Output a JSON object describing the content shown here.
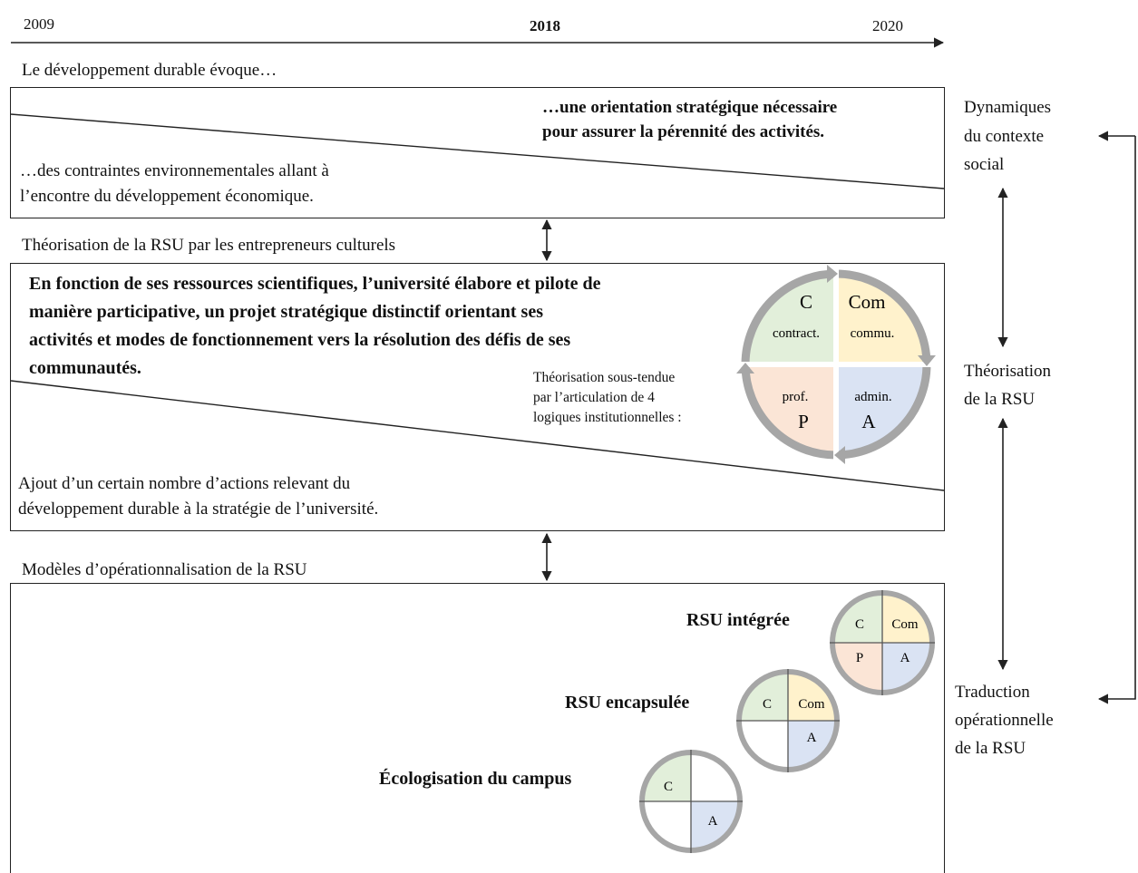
{
  "timeline": {
    "start": "2009",
    "middle": "2018",
    "end": "2020"
  },
  "section1": {
    "label": "Le développement durable évoque…",
    "top_right_line1": "…une orientation stratégique nécessaire",
    "top_right_line2": "pour assurer la pérennité des activités.",
    "bottom_left_line1": "…des contraintes environnementales allant à",
    "bottom_left_line2": "l’encontre du développement économique."
  },
  "section2": {
    "label": "Théorisation de la RSU par les entrepreneurs culturels",
    "top_line1": "En fonction de ses ressources scientifiques, l’université élabore et pilote de",
    "top_line2": "manière participative, un projet stratégique distinctif orientant ses",
    "top_line3": "activités et modes de fonctionnement vers la résolution des défis de ses",
    "top_line4": "communautés.",
    "caption_line1": "Théorisation sous-tendue",
    "caption_line2": "par l’articulation de 4",
    "caption_line3": "logiques institutionnelles :",
    "bottom_line1": "Ajout d’un certain nombre d’actions relevant du",
    "bottom_line2": "développement durable à la stratégie de l’université.",
    "logics": {
      "c_letter": "C",
      "c_word": "contract.",
      "com_letter": "Com",
      "com_word": "commu.",
      "p_letter": "P",
      "p_word": "prof.",
      "a_letter": "A",
      "a_word": "admin."
    }
  },
  "section3": {
    "label": "Modèles d’opérationnalisation de la RSU",
    "model1_label": "RSU intégrée",
    "model1_cells": {
      "c": "C",
      "com": "Com",
      "p": "P",
      "a": "A"
    },
    "model2_label": "RSU encapsulée",
    "model2_cells": {
      "c": "C",
      "com": "Com",
      "a": "A"
    },
    "model3_label": "Écologisation  du campus",
    "model3_cells": {
      "c": "C",
      "a": "A"
    }
  },
  "right_column": {
    "level1_line1": "Dynamiques",
    "level1_line2": "du contexte",
    "level1_line3": "social",
    "level2_line1": "Théorisation",
    "level2_line2": "de la RSU",
    "level3_line1": "Traduction",
    "level3_line2": "opérationnelle",
    "level3_line3": "de la RSU"
  },
  "colors": {
    "green": "#e2efda",
    "yellow": "#fff2cc",
    "orange": "#fbe5d6",
    "blue": "#dae3f3",
    "ring": "#a6a6a6",
    "line": "#222222"
  }
}
